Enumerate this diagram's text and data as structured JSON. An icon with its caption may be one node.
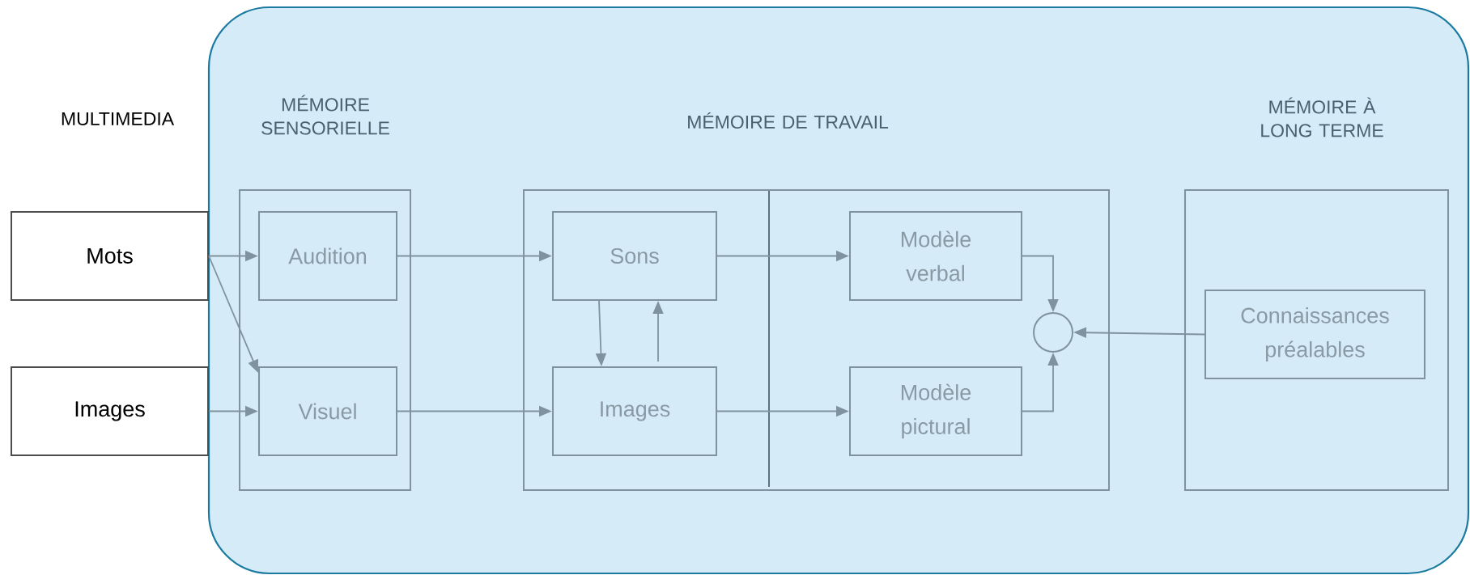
{
  "diagram": {
    "nodes": [
      {
        "text": [
          "Mots"
        ]
      },
      {
        "text": [
          "Images"
        ]
      },
      {
        "text": [
          "MÉMOIRE SENSORIELLE"
        ]
      },
      {
        "text": [
          "Audition"
        ],
        "in": 2
      },
      {
        "text": [
          "Visuel"
        ],
        "in": 2
      },
      {
        "text": [
          "MÉMOIRE DE TRAVAIL"
        ]
      },
      {
        "text": [
          "Sons"
        ],
        "in": 5
      },
      {
        "text": [
          "Images"
        ],
        "in": 5
      },
      {
        "text": [
          "Modèle verbal"
        ],
        "in": 5
      },
      {
        "text": [
          "Modèle pictural"
        ],
        "in": 5
      },
      {
        "text": [],
        "shape": "circle",
        "in": 5
      },
      {
        "text": [
          "MÉMOIRE À LONG TERME"
        ]
      },
      {
        "text": [
          "Connaissances préalables"
        ],
        "in": 11
      }
    ],
    "edges": [
      {
        "from": 0,
        "to": 3,
        "arrow": "to"
      },
      {
        "from": 0,
        "to": 4,
        "arrow": "to"
      },
      {
        "from": 1,
        "to": 4,
        "arrow": "to"
      },
      {
        "from": 3,
        "to": 6,
        "arrow": "to"
      },
      {
        "from": 4,
        "to": 7,
        "arrow": "to"
      },
      {
        "from": 6,
        "to": 7,
        "arrow": "to"
      },
      {
        "from": 7,
        "to": 6,
        "arrow": "to"
      },
      {
        "from": 6,
        "to": 8,
        "arrow": "to"
      },
      {
        "from": 7,
        "to": 9,
        "arrow": "to"
      },
      {
        "from": 8,
        "to": 10,
        "arrow": "to"
      },
      {
        "from": 9,
        "to": 10,
        "arrow": "to"
      },
      {
        "from": 12,
        "to": 10,
        "arrow": "to"
      }
    ],
    "labels": [
      "MULTIMEDIA"
    ]
  }
}
